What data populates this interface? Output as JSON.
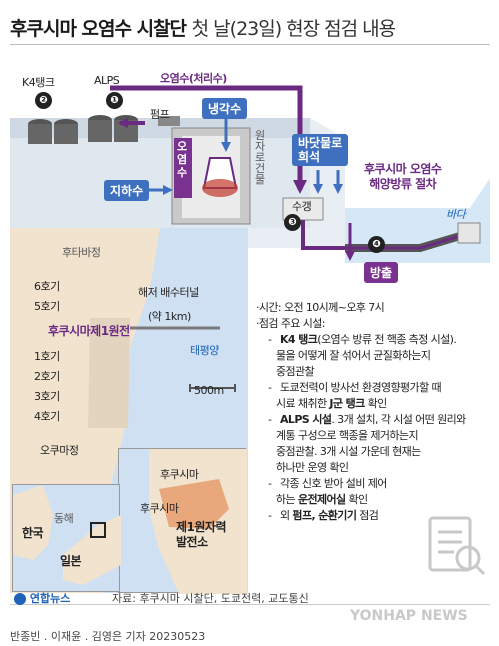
{
  "title": {
    "main": "후쿠시마 오염수 시찰단",
    "sub": "첫 날(23일) 현장 점검 내용"
  },
  "diagram": {
    "k4_tank": "K4탱크",
    "alps": "ALPS",
    "marker_1": "❶",
    "marker_2": "❷",
    "marker_3": "❸",
    "marker_4": "❹",
    "contaminated_water": "오염수(처리수)",
    "pump": "펌프",
    "reactor_building": "원자로건물",
    "cooling_water": "냉각수",
    "contaminated_water_vertical": "오염수",
    "groundwater": "지하수",
    "seawater_dilution": "바닷물로\n희석",
    "ocean_release_title": "후쿠시마 오염수\n해양방류 절차",
    "sea_label": "바다",
    "water_tank": "수갱",
    "discharge": "방출"
  },
  "map": {
    "futaba": "후타바정",
    "unit6": "6호기",
    "unit5": "5호기",
    "plant_name": "후쿠시마제1원전",
    "unit1": "1호기",
    "unit2": "2호기",
    "unit3": "3호기",
    "unit4": "4호기",
    "okuma": "오쿠마정",
    "tunnel": "해저 배수터널",
    "tunnel_len": "(약 1km)",
    "pacific": "태평양",
    "scale": "500m",
    "inset_fukushima": "후쿠시마",
    "inset_fukushima2": "후쿠시마",
    "inset_plant": "제1원자력\n발전소",
    "east_sea": "동해",
    "korea": "한국",
    "japan": "일본"
  },
  "info": {
    "time": "·시간: 오전 10시께~오후 7시",
    "facilities_head": "·점검 주요 시설:",
    "k4_bold": "K4 탱크",
    "k4_text": "(오염수 방류 전 핵종 측정 시설).",
    "k4_text2": "물을 어떻게 잘 섞어서 균질화하는지",
    "k4_text3": "중점관찰",
    "tepco1": "도쿄전력이 방사선 환경영향평가할 때",
    "tepco2_pre": "시료 채취한 ",
    "tepco2_bold": "J군 탱크",
    "tepco2_post": " 확인",
    "alps_bold": "ALPS 시설",
    "alps1": ". 3개 설치, 각 시설 어떤 원리와",
    "alps2": "계통 구성으로 핵종을 제거하는지",
    "alps3": "중점관찰. 3개 시설 가운데 현재는",
    "alps4": "하나만 운영 확인",
    "signal1": "각종 신호 받아 설비 제어",
    "signal2_pre": "하는 ",
    "signal2_bold": "운전제어실",
    "signal2_post": " 확인",
    "other_pre": "외 ",
    "other_bold": "펌프, 순환기기",
    "other_post": " 점검"
  },
  "footer": {
    "logo": "연합뉴스",
    "source": "자료: 후쿠시마 시찰단, 도쿄전력, 교도통신",
    "watermark": "YONHAP NEWS",
    "credit": "반종빈 . 이재윤 . 김영은 기자  20230523"
  },
  "colors": {
    "purple": "#6b2a82",
    "blue": "#1e63b8",
    "land": "#f2e3cf",
    "sea": "#cfe0f2"
  }
}
